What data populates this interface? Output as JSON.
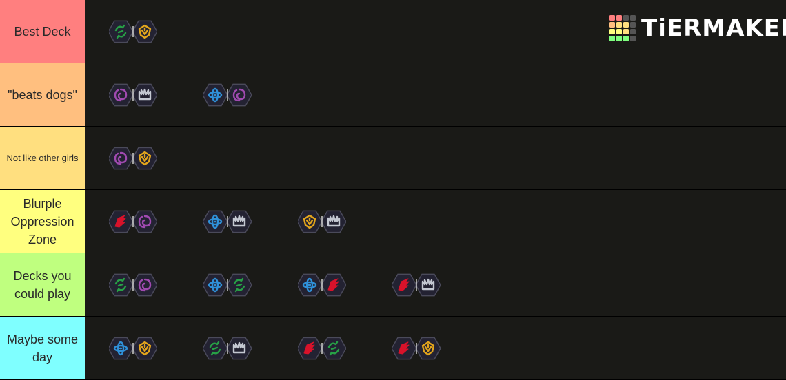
{
  "logo": {
    "text": "TiERMAKER",
    "grid_colors": [
      "#ff7f7f",
      "#ff7f7f",
      "#555555",
      "#555555",
      "#ffbf7f",
      "#ffdf7f",
      "#ffdf7f",
      "#555555",
      "#ffff7f",
      "#ffff7f",
      "#ffdf7f",
      "#555555",
      "#7fff7f",
      "#7fff7f",
      "#7fff7f",
      "#555555"
    ]
  },
  "regions": {
    "Noxus": "#d8132b",
    "ShadowIsles": "#28a04a",
    "Ionia": "#9b3aa6",
    "Bilgewater": "#9b3aa6",
    "Freljord": "#1a8ad0",
    "Targon": "#e5a21a",
    "Demacia": "#bcc0c8"
  },
  "icon_styles": {
    "green": {
      "color": "#27a046",
      "glyph": "swirl"
    },
    "gold": {
      "color": "#e3a51c",
      "glyph": "crest"
    },
    "purple": {
      "color": "#a04ab0",
      "glyph": "spiral"
    },
    "silver": {
      "color": "#c4c8d2",
      "glyph": "crown"
    },
    "blue": {
      "color": "#2f90d8",
      "glyph": "atom"
    },
    "red": {
      "color": "#d8122a",
      "glyph": "claw"
    }
  },
  "tiers": [
    {
      "label": "Best Deck",
      "color": "#ff7f7f",
      "small": false,
      "items": [
        [
          "green",
          "gold"
        ]
      ]
    },
    {
      "label": "\"beats dogs\"",
      "color": "#ffbf7f",
      "small": false,
      "items": [
        [
          "purple",
          "silver"
        ],
        [
          "blue",
          "purple"
        ]
      ]
    },
    {
      "label": "Not like other girls",
      "color": "#ffdf7f",
      "small": true,
      "items": [
        [
          "purple",
          "gold"
        ]
      ]
    },
    {
      "label": "Blurple Oppression Zone",
      "color": "#ffff7f",
      "small": false,
      "items": [
        [
          "red",
          "purple"
        ],
        [
          "blue",
          "silver"
        ],
        [
          "gold",
          "silver"
        ]
      ]
    },
    {
      "label": "Decks you could play",
      "color": "#bfff7f",
      "small": false,
      "items": [
        [
          "green",
          "purple"
        ],
        [
          "blue",
          "green"
        ],
        [
          "blue",
          "red"
        ],
        [
          "red",
          "silver"
        ]
      ]
    },
    {
      "label": "Maybe some day",
      "color": "#7fffff",
      "small": false,
      "items": [
        [
          "blue",
          "gold"
        ],
        [
          "green",
          "silver"
        ],
        [
          "red",
          "green"
        ],
        [
          "red",
          "gold"
        ]
      ]
    }
  ]
}
